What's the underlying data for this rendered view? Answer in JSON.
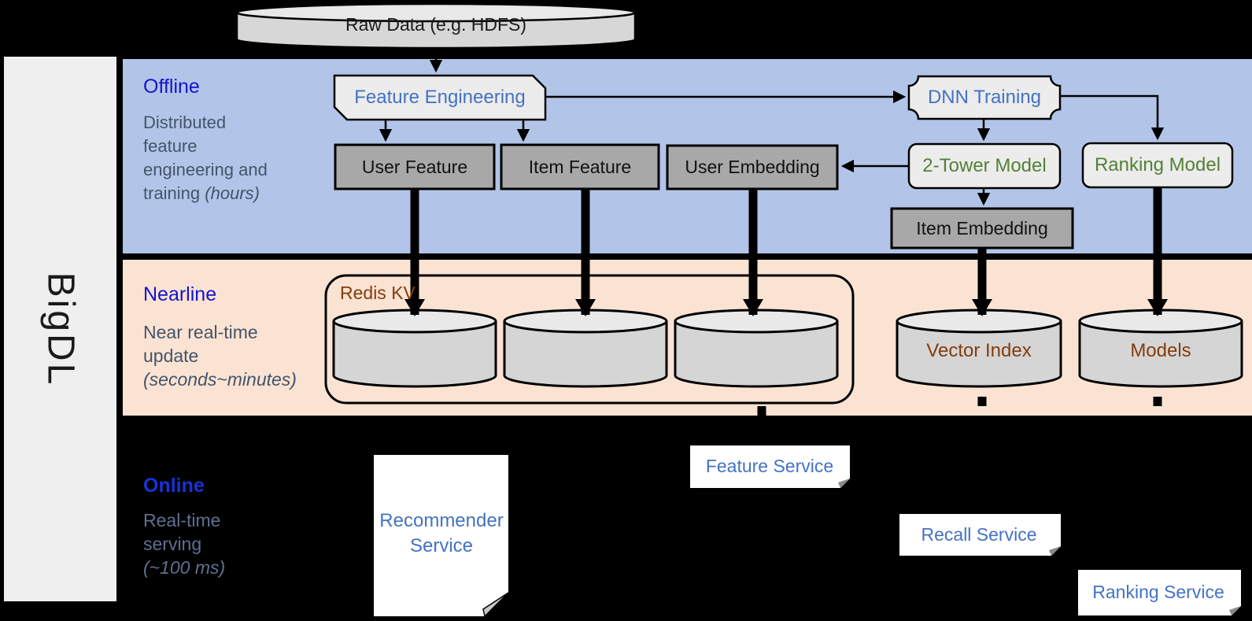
{
  "sidebar": {
    "brand": "BigDL"
  },
  "source": {
    "raw_data_label": "Raw Data (e.g. HDFS)"
  },
  "bands": {
    "offline": {
      "title": "Offline",
      "desc_line1": "Distributed",
      "desc_line2": "feature",
      "desc_line3": "engineering and",
      "desc_line4": "training ",
      "desc_line4_italic": "(hours)"
    },
    "nearline": {
      "title": "Nearline",
      "desc_line1": "Near real-time",
      "desc_line2": "update",
      "desc_line3_italic": "(seconds~minutes)"
    },
    "online": {
      "title": "Online",
      "desc_line1": "Real-time",
      "desc_line2": "serving",
      "desc_line3_italic": "(~100 ms)"
    }
  },
  "nodes": {
    "feature_engineering": "Feature Engineering",
    "dnn_training": "DNN Training",
    "user_feature": "User Feature",
    "item_feature": "Item Feature",
    "user_embedding": "User Embedding",
    "two_tower_model": "2-Tower Model",
    "ranking_model": "Ranking Model",
    "item_embedding": "Item Embedding",
    "redis_kv": "Redis KV",
    "vector_index": "Vector Index",
    "models": "Models",
    "recommender_service": "Recommender Service",
    "feature_service": "Feature Service",
    "recall_service": "Recall Service",
    "ranking_service": "Ranking Service"
  },
  "colors": {
    "background": "#000000",
    "sidebar_bg": "#EFEFEF",
    "offline_band_bg": "#B2C5E8",
    "nearline_band_bg": "#FBE3D3",
    "band_title_blue": "#1414CC",
    "online_title_blue": "#1733D8",
    "description_text": "#44546A",
    "online_description_text": "#5F7090",
    "node_text_blue": "#4472C4",
    "node_text_green": "#538135",
    "node_text_brown": "#843C0C",
    "gray_box_fill": "#A8A8A8",
    "light_box_fill": "#ECECEC",
    "cylinder_fill": "#D5D5D5",
    "service_box_fill": "#FFFFFF",
    "connector_black": "#000000"
  }
}
